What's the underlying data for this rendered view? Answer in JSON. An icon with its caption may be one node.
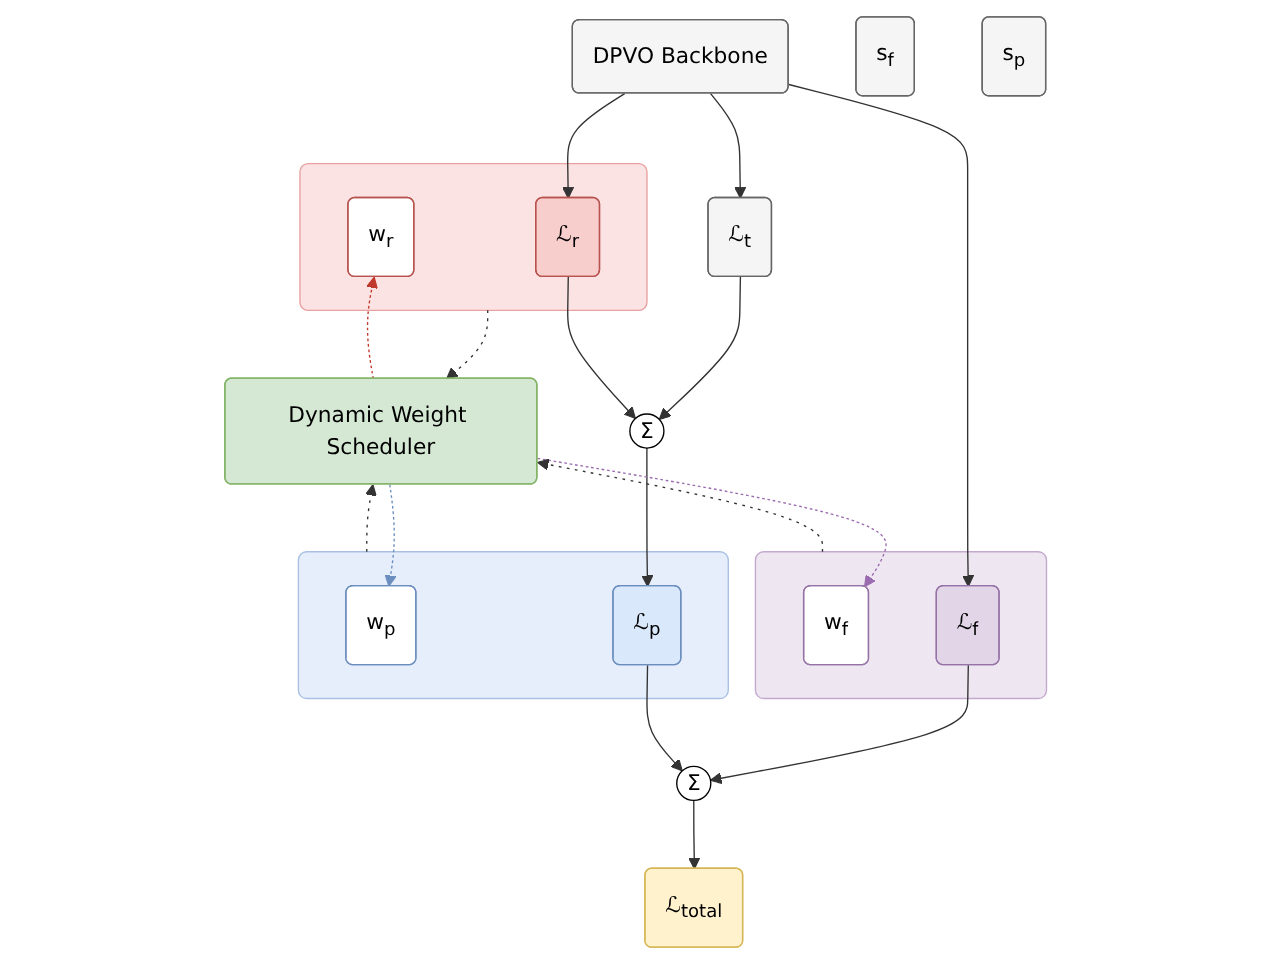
{
  "diagram": {
    "nodes": [
      {
        "text": [
          "DPVO Backbone"
        ]
      },
      {
        "text": [
          "ℒ$_{t}$"
        ]
      },
      {
        "text": [],
        "shape": "box"
      },
      {
        "text": [
          "w$_{r}$"
        ],
        "in": 2
      },
      {
        "text": [
          "ℒ$_{r}$"
        ],
        "in": 2
      },
      {
        "text": [
          "Σ"
        ]
      },
      {
        "text": [
          "s$_{f}$"
        ]
      },
      {
        "text": [],
        "shape": "box"
      },
      {
        "text": [
          "w$_{f}$"
        ],
        "in": 7
      },
      {
        "text": [
          "ℒ$_{f}$"
        ],
        "in": 7
      },
      {
        "text": [
          "s$_{p}$"
        ]
      },
      {
        "text": [],
        "shape": "box"
      },
      {
        "text": [
          "w$_{p}$"
        ],
        "in": 11
      },
      {
        "text": [
          "ℒ$_{p}$"
        ],
        "in": 11
      },
      {
        "text": [
          "Σ"
        ]
      },
      {
        "text": [
          "ℒ$_{total}$"
        ]
      },
      {
        "text": [
          "Dynamic Weight Scheduler"
        ]
      }
    ],
    "edges": [
      {
        "from": 0,
        "to": 9,
        "arrow": "to"
      },
      {
        "from": 0,
        "to": 1,
        "arrow": "to"
      },
      {
        "from": 0,
        "to": 4,
        "arrow": "to"
      },
      {
        "from": 1,
        "to": 5,
        "arrow": "to"
      },
      {
        "from": 4,
        "to": 5,
        "arrow": "to"
      },
      {
        "from": 5,
        "to": 13,
        "arrow": "to"
      },
      {
        "from": 9,
        "to": 14,
        "arrow": "to"
      },
      {
        "from": 13,
        "to": 14,
        "arrow": "to"
      },
      {
        "from": 14,
        "to": 15,
        "arrow": "to"
      },
      {
        "from": 2,
        "to": 16,
        "arrow": "to",
        "style": "dashed"
      },
      {
        "from": 7,
        "to": 16,
        "arrow": "to",
        "style": "dashed"
      },
      {
        "from": 11,
        "to": 16,
        "arrow": "to",
        "style": "dashed"
      },
      {
        "from": 16,
        "to": 3,
        "arrow": "to",
        "style": "dashed",
        "color": "#c0392b"
      },
      {
        "from": 16,
        "to": 8,
        "arrow": "to",
        "style": "dashed",
        "color": "#9b6bb0"
      },
      {
        "from": 16,
        "to": 12,
        "arrow": "to",
        "style": "dashed",
        "color": "#6c8ebf"
      }
    ]
  }
}
